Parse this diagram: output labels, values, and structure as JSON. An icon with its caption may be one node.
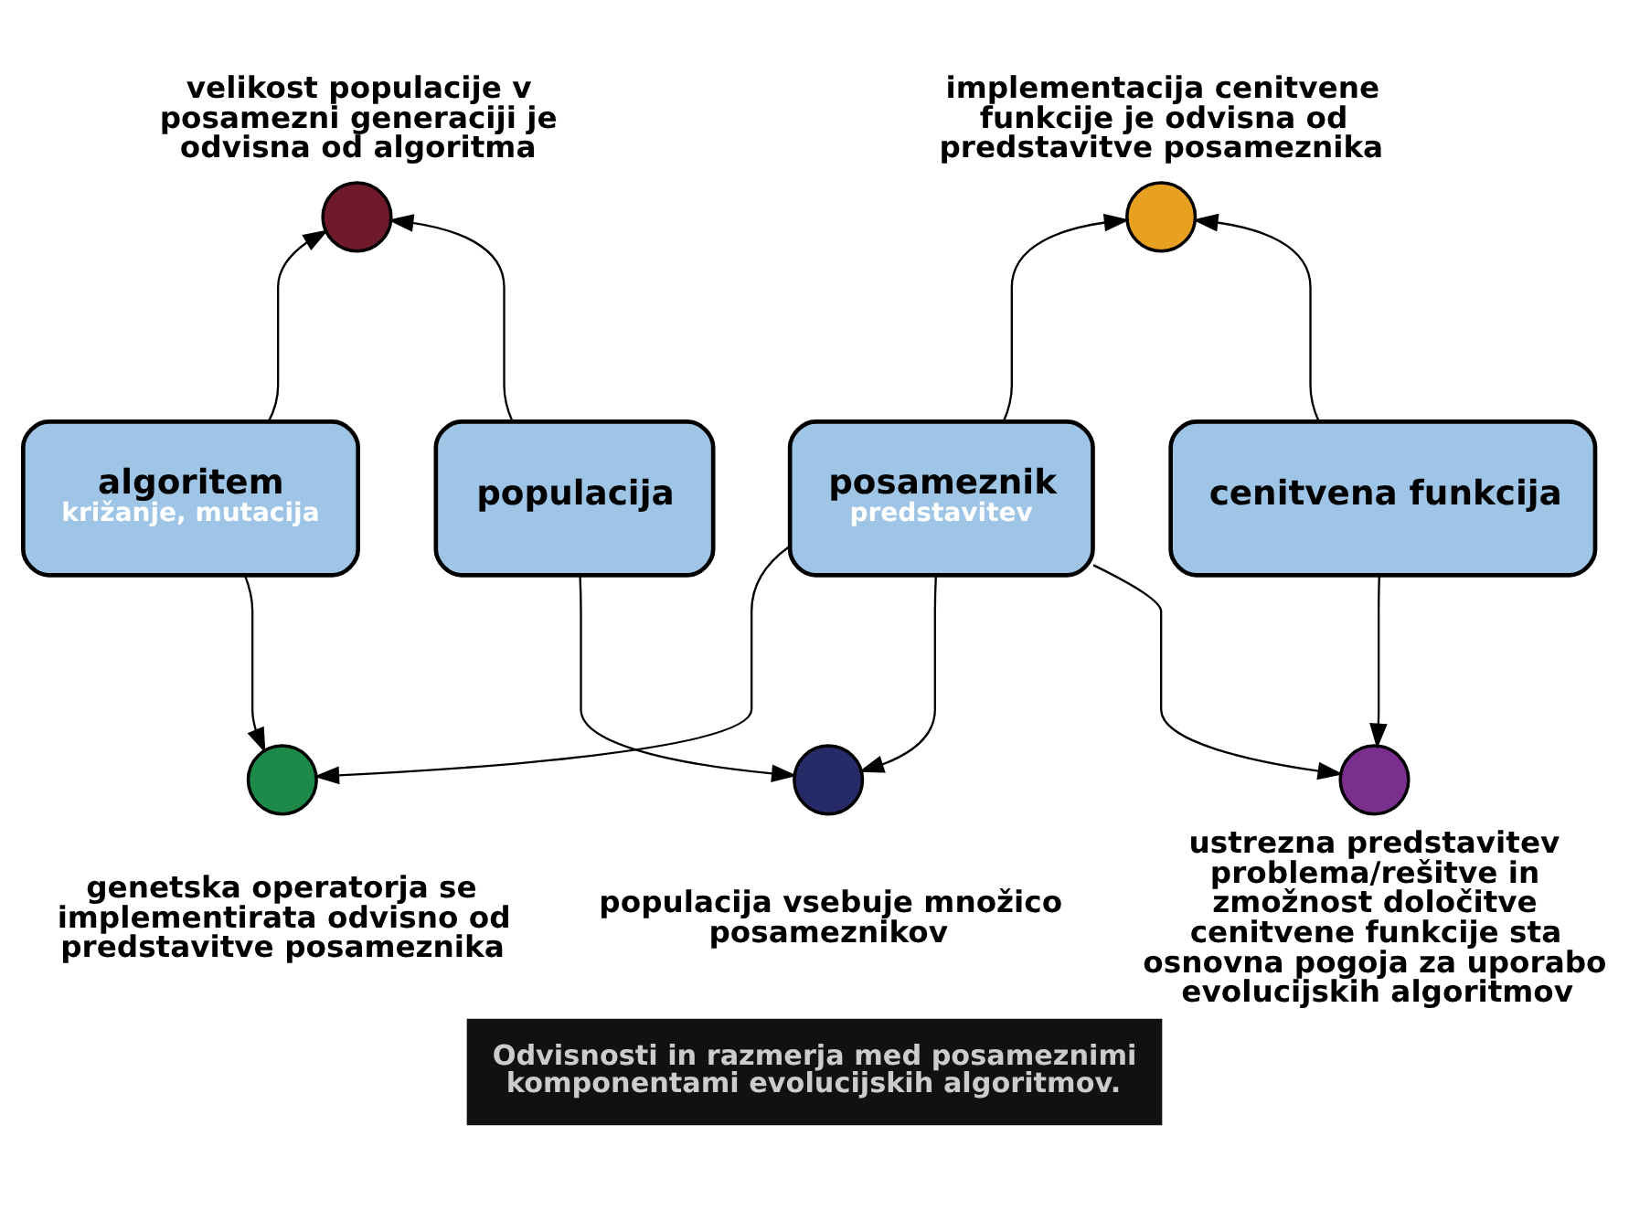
{
  "diagram": {
    "caption": "Odvisnosti in razmerja med posameznimi komponentami evolucijskih algoritmov.",
    "nodes": [
      {
        "text": [
          "populacija"
        ]
      },
      {
        "text": [
          "posameznik",
          "predstavitev"
        ]
      },
      {
        "text": [
          "algoritem",
          "križanje, mutacija"
        ]
      },
      {
        "text": [
          "cenitvena funkcija"
        ]
      },
      {
        "text": [],
        "shape": "circle",
        "beside": [
          "velikost populacije v posamezni generaciji je odvisna od algoritma"
        ]
      },
      {
        "text": [],
        "shape": "circle",
        "beside": [
          "implementacija cenitvene funkcije je odvisna od predstavitve posameznika"
        ]
      },
      {
        "text": [],
        "shape": "circle",
        "beside": [
          "populacija vsebuje množico posameznikov"
        ]
      },
      {
        "text": [],
        "shape": "circle",
        "beside": [
          "genetska operatorja se implementirata odvisno od predstavitve posameznika"
        ]
      },
      {
        "text": [],
        "shape": "circle",
        "beside": [
          "ustrezna predstavitev problema/rešitve in zmožnost določitve cenitvene funkcije sta osnovna pogoja za uporabo evolucijskih algoritmov"
        ]
      }
    ],
    "edges": [
      {
        "from": 0,
        "to": 4,
        "arrow": "to"
      },
      {
        "from": 2,
        "to": 4,
        "arrow": "to"
      },
      {
        "from": 1,
        "to": 5,
        "arrow": "to"
      },
      {
        "from": 3,
        "to": 5,
        "arrow": "to"
      },
      {
        "from": 0,
        "to": 6,
        "arrow": "to"
      },
      {
        "from": 1,
        "to": 6,
        "arrow": "to"
      },
      {
        "from": 1,
        "to": 7,
        "arrow": "to"
      },
      {
        "from": 2,
        "to": 7,
        "arrow": "to"
      },
      {
        "from": 1,
        "to": 8,
        "arrow": "to"
      },
      {
        "from": 3,
        "to": 8,
        "arrow": "to"
      }
    ]
  }
}
